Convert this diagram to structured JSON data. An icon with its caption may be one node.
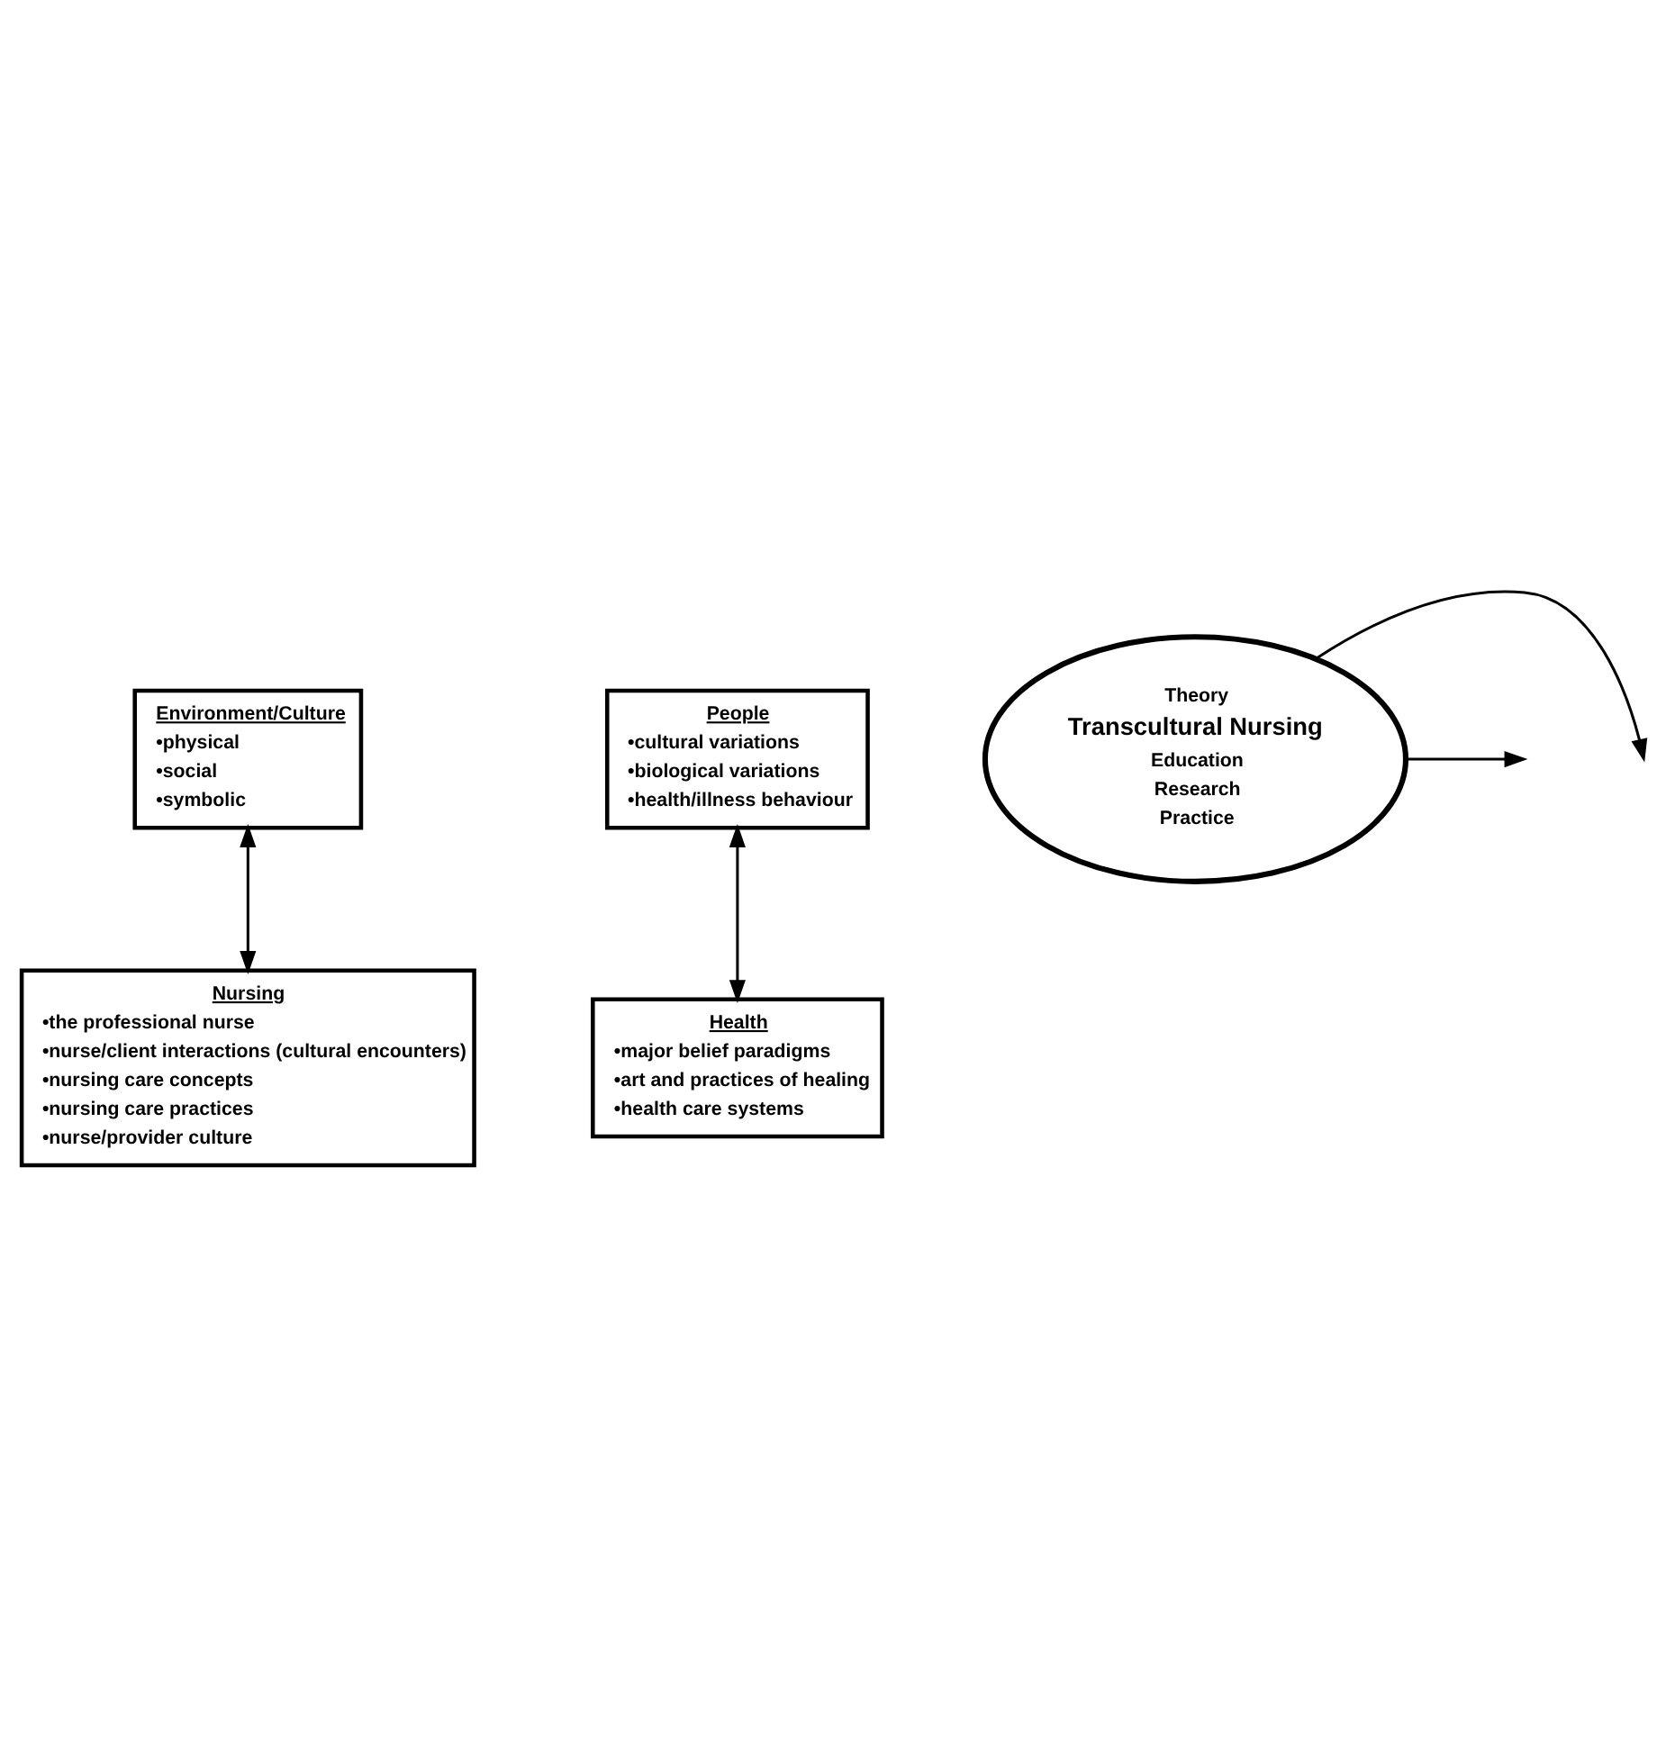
{
  "diagram": {
    "nodes": [
      {
        "text": [
          "Environment/Culture",
          "•physical",
          "•social",
          "•symbolic"
        ]
      },
      {
        "text": [
          "People",
          "•cultural variations",
          "•biological variations",
          "•health/illness behaviour"
        ]
      },
      {
        "text": [
          "Theory",
          "Transcultural Nursing",
          "Education",
          "Research",
          "Practice"
        ]
      },
      {
        "text": [
          "Health",
          "•major belief paradigms",
          "•art and practices of healing",
          "•health care systems"
        ]
      },
      {
        "text": [
          "Nursing",
          "•the professional nurse",
          "•nurse/client interactions (cultural encounters)",
          "•nursing care concepts",
          "•nursing care practices",
          "•nurse/provider culture"
        ]
      }
    ],
    "edges": [
      {
        "from": 0,
        "to": 4,
        "arrow": "both"
      },
      {
        "from": 3,
        "to": 1,
        "arrow": "both"
      },
      {
        "from": 2,
        "to": null,
        "arrow": "to"
      },
      {
        "from": 2,
        "to": null,
        "arrow": "to"
      }
    ]
  }
}
